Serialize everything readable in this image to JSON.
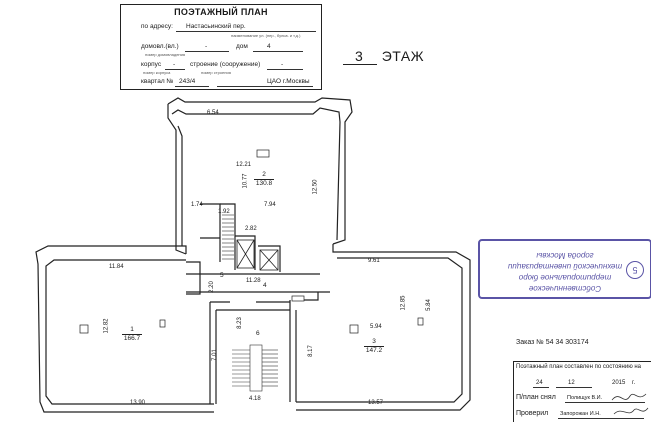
{
  "stamp": {
    "title": "ПОЭТАЖНЫЙ ПЛАН",
    "address_label": "по адресу:",
    "address_value": "Настасьинский пер.",
    "address_hint": "наименование ул. (пер., бульв. и т.д.)",
    "house_label": "домовл.(вл.)",
    "house_value": "-",
    "house_hint": "номер домовладения",
    "dom_label": "дом",
    "dom_value": "4",
    "korpus_label": "корпус",
    "korpus_value": "-",
    "korpus_hint": "номер корпуса",
    "building_label": "строение (сооружение)",
    "building_value": "-",
    "building_hint": "номер строения",
    "quarter_label": "квартал №",
    "quarter_value": "243/4",
    "district_value": "ЦАО г.Москвы"
  },
  "floor": {
    "number": "3",
    "label": "ЭТАЖ"
  },
  "plan": {
    "dims": {
      "top_width": "6.54",
      "room2_width": "12.21",
      "room2_height": "10.77",
      "room2_right": "12.50",
      "room2_mid": "7.94",
      "room2_left": "1.74",
      "stair_top": "1.92",
      "corridor_upper": "2.82",
      "left_wing_width": "11.84",
      "right_wing_width": "9.61",
      "corridor_len": "11.28",
      "corridor_h": "2.20",
      "room1_h": "12.82",
      "room3_h": "12.85",
      "room3_right": "5.84",
      "room3_w": "5.94",
      "room6_h": "8.23",
      "room7_h": "7.01",
      "room_right_h": "8.17",
      "bottom_left": "13.90",
      "bottom_mid": "4.18",
      "bottom_right": "13.57"
    },
    "rooms": {
      "r1_num": "1",
      "r1_area": "166.7",
      "r2_num": "2",
      "r2_area": "130.8",
      "r3_num": "3",
      "r3_area": "147.2",
      "r4_num": "4",
      "r5_num": "5",
      "r6_num": "6"
    }
  },
  "order": {
    "label": "Заказ №",
    "value": "54 34 303174",
    "compiled_text": "Поэтажный план составлен по состоянию на",
    "day": "24",
    "month": "12",
    "year": "2015",
    "year_suffix": "г.",
    "plan_taken_label": "П/план снял",
    "plan_taken_name": "Полищук В.И.",
    "checked_label": "Проверил",
    "checked_name": "Запорожан И.Н."
  },
  "purple_stamp": {
    "line1": "Собственническое",
    "line2": "территориальное бюро",
    "line3": "технической инвентаризации",
    "line4": "города Москвы",
    "circle_num": "5"
  },
  "colors": {
    "stamp_ink": "#5a54a6",
    "line": "#222222"
  }
}
